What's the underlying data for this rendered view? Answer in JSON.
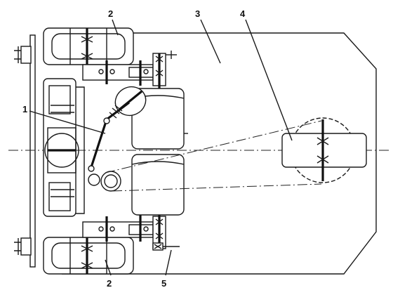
{
  "labels": {
    "one": "1",
    "two_top": "2",
    "two_bottom": "2",
    "three": "3",
    "four": "4",
    "five": "5"
  }
}
